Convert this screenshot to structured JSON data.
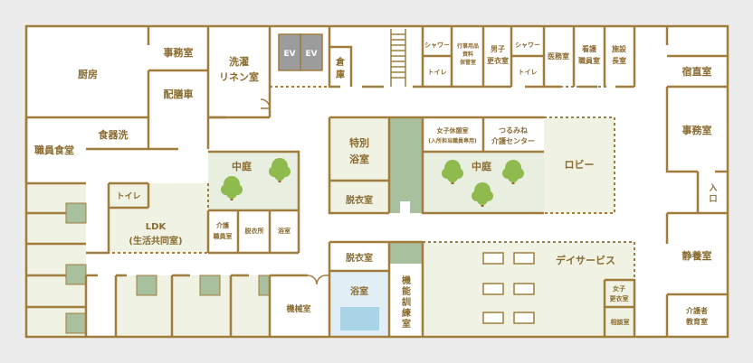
{
  "colors": {
    "background": "#ececec",
    "floor": "#ffffff",
    "wall": "#a07d3c",
    "label": "#8a6a2e",
    "green_area": "#f0f3e4",
    "courtyard": "#e8efe0",
    "green_dark": "#a9c09e",
    "bath_water": "#a9d4e6",
    "bath_room": "#e1eef5",
    "elevator": "#9c9c9c",
    "tree_canopy": "#8fba4e",
    "tree_trunk": "#9a6a2a"
  },
  "rooms": {
    "kitchen": "厨房",
    "office_left": "事務室",
    "serving_cart": "配膳車",
    "laundry_1": "洗濯",
    "laundry_2": "リネン室",
    "ev_1": "EV",
    "ev_2": "EV",
    "storage_1": "倉",
    "storage_2": "庫",
    "shower_1": "シャワー",
    "toilet_1": "トイレ",
    "supplies_1": "行事用品",
    "supplies_2": "資料",
    "supplies_3": "保管室",
    "mens_locker_1": "男子",
    "mens_locker_2": "更衣室",
    "shower_2": "シャワー",
    "toilet_2": "トイレ",
    "medical": "医務室",
    "nurse_1": "看護",
    "nurse_2": "職員室",
    "director_1": "施設",
    "director_2": "長室",
    "duty_room": "宿直室",
    "dish_washing": "食器洗",
    "staff_dining_1": "職員食堂",
    "special_bath_1": "特別",
    "special_bath_2": "浴室",
    "womens_rest_1": "女子休憩室",
    "womens_rest_2": "(入所担当職員専用)",
    "tsurumine_1": "つるみね",
    "tsurumine_2": "介護センター",
    "courtyard_left": "中庭",
    "courtyard_center": "中庭",
    "lobby": "ロビー",
    "office_right": "事務室",
    "entrance_1": "入",
    "entrance_2": "口",
    "toilet_3": "トイレ",
    "undress_upper": "脱衣室",
    "ldk_1": "LDK",
    "ldk_2": "(生活共同室)",
    "care_staff_1": "介護",
    "care_staff_2": "職員室",
    "undress_small": "脱衣所",
    "bath_small": "浴室",
    "quiet_room": "静養室",
    "undress_lower": "脱衣室",
    "bath_lower": "浴室",
    "function_1": "機",
    "function_2": "能",
    "function_3": "訓",
    "function_4": "練",
    "function_5": "室",
    "day_service": "デイサービス",
    "womens_locker_1": "女子",
    "womens_locker_2": "更衣室",
    "consultation": "相談室",
    "machine_room": "機械室",
    "caregiver_edu_1": "介護者",
    "caregiver_edu_2": "教育室"
  }
}
